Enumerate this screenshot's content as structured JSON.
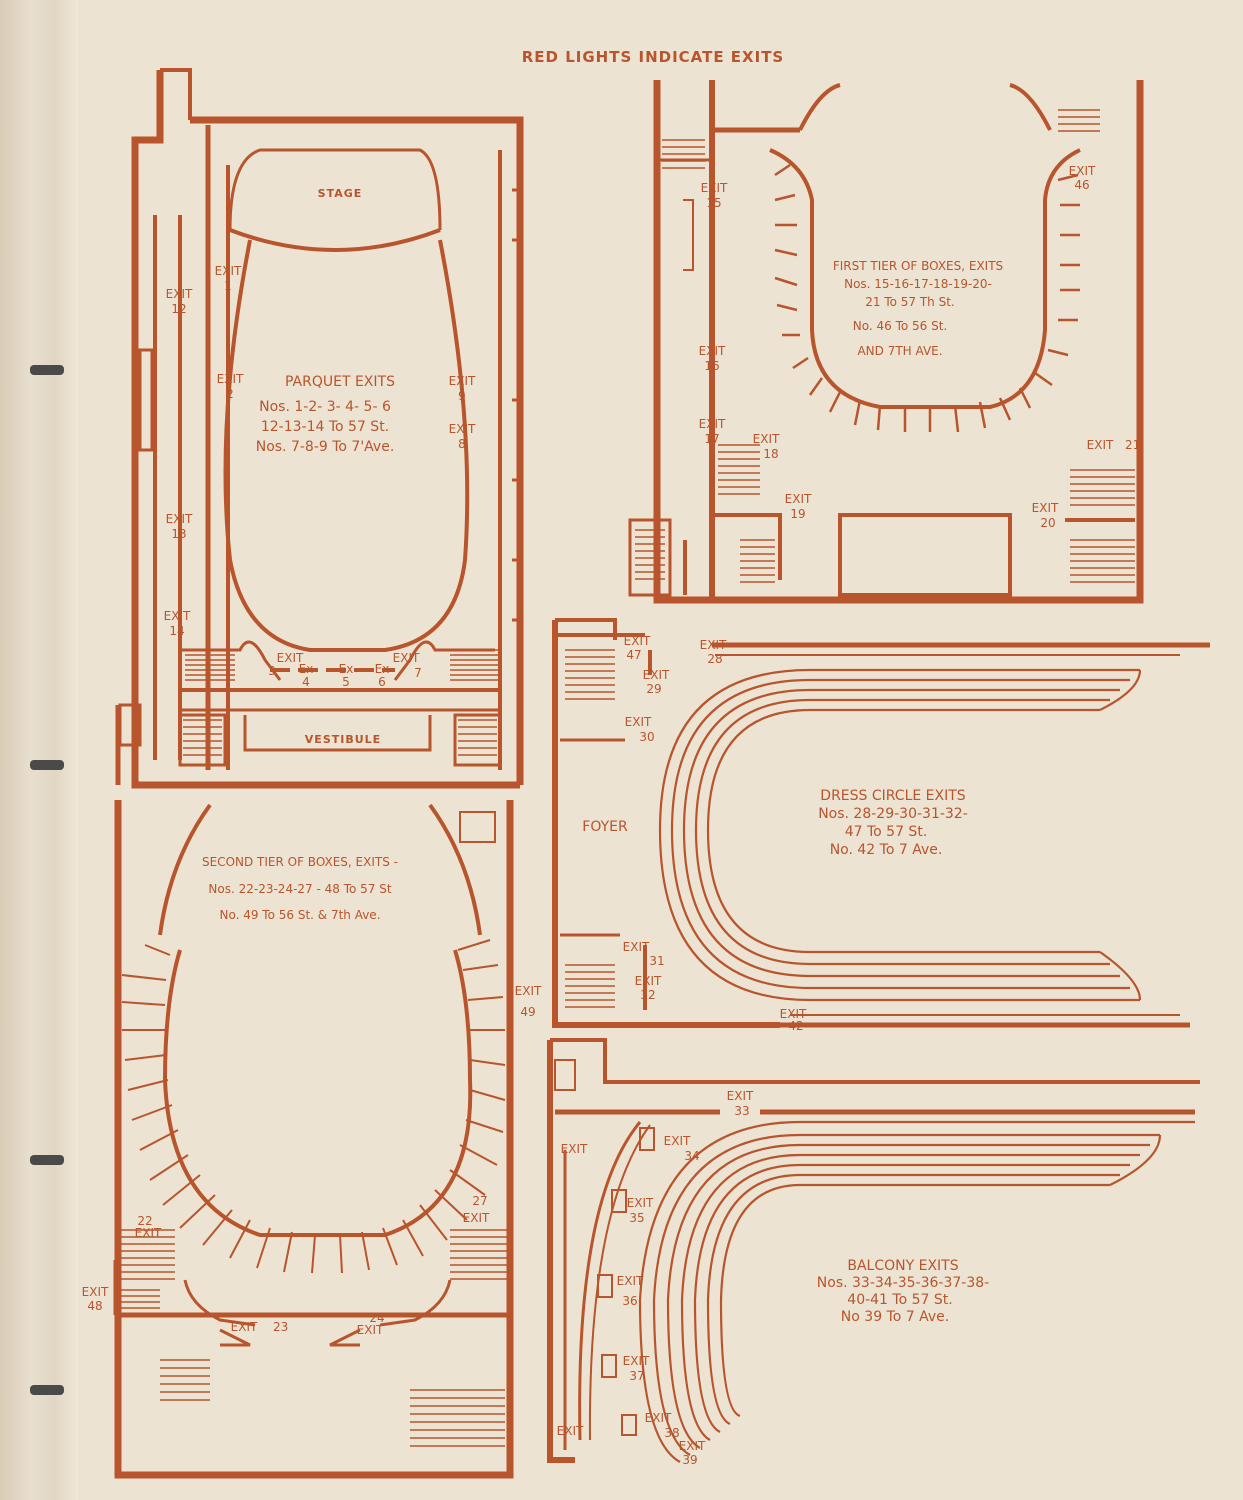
{
  "heading": "RED LIGHTS INDICATE EXITS",
  "colors": {
    "ink": "#b8552c",
    "paper": "#ece3d3"
  },
  "parquet": {
    "stage": "STAGE",
    "vestibule": "VESTIBULE",
    "caption": [
      "PARQUET EXITS",
      "Nos. 1-2- 3- 4- 5- 6",
      "12-13-14 To 57 St.",
      "Nos. 7-8-9 To 7'Ave."
    ],
    "exits": [
      {
        "word": "EXIT",
        "num": "1"
      },
      {
        "word": "EXIT",
        "num": "2"
      },
      {
        "word": "EXIT",
        "num": "3"
      },
      {
        "word": "Ex",
        "num": "4"
      },
      {
        "word": "Ex",
        "num": "5"
      },
      {
        "word": "Ex",
        "num": "6"
      },
      {
        "word": "EXIT",
        "num": "7"
      },
      {
        "word": "EXIT",
        "num": "8"
      },
      {
        "word": "EXIT",
        "num": "9"
      },
      {
        "word": "EXIT",
        "num": "12"
      },
      {
        "word": "EXIT",
        "num": "13"
      },
      {
        "word": "EXIT",
        "num": "14"
      }
    ]
  },
  "first_tier": {
    "caption": [
      "FIRST TIER OF BOXES, EXITS",
      "Nos. 15-16-17-18-19-20-",
      "21 To 57 Th St.",
      "No. 46 To 56 St.",
      "AND 7TH AVE."
    ],
    "exits": [
      {
        "word": "EXIT",
        "num": "15"
      },
      {
        "word": "EXIT",
        "num": "16"
      },
      {
        "word": "EXIT",
        "num": "17"
      },
      {
        "word": "EXIT",
        "num": "18"
      },
      {
        "word": "EXIT",
        "num": "19"
      },
      {
        "word": "EXIT",
        "num": "20"
      },
      {
        "word": "EXIT",
        "num": "21"
      },
      {
        "word": "EXIT",
        "num": "46"
      }
    ]
  },
  "dress_circle": {
    "foyer": "FOYER",
    "caption": [
      "DRESS CIRCLE EXITS",
      "Nos. 28-29-30-31-32-",
      "47 To 57 St.",
      "No. 42 To 7 Ave."
    ],
    "exits": [
      {
        "word": "EXIT",
        "num": "47"
      },
      {
        "word": "EXIT",
        "num": "28"
      },
      {
        "word": "EXIT",
        "num": "29"
      },
      {
        "word": "EXIT",
        "num": "30"
      },
      {
        "word": "EXIT",
        "num": "31"
      },
      {
        "word": "EXIT",
        "num": "32"
      },
      {
        "word": "EXIT",
        "num": "42"
      }
    ]
  },
  "second_tier": {
    "caption": [
      "SECOND TIER OF BOXES, EXITS -",
      "Nos. 22-23-24-27 - 48 To 57 St",
      "No. 49 To 56 St. & 7th Ave."
    ],
    "exits": [
      {
        "word": "EXIT",
        "num": "22"
      },
      {
        "word": "EXIT",
        "num": "23"
      },
      {
        "word": "EXIT",
        "num": "24"
      },
      {
        "word": "EXIT",
        "num": "27"
      },
      {
        "word": "EXIT",
        "num": "48"
      },
      {
        "word": "EXIT",
        "num": "49"
      }
    ]
  },
  "balcony": {
    "caption": [
      "BALCONY EXITS",
      "Nos. 33-34-35-36-37-38-",
      "40-41 To 57 St.",
      "No 39 To 7 Ave."
    ],
    "exits": [
      {
        "word": "EXIT",
        "num": "33"
      },
      {
        "word": "EXIT",
        "num": "34"
      },
      {
        "word": "EXIT",
        "num": "35"
      },
      {
        "word": "EXIT",
        "num": "36"
      },
      {
        "word": "EXIT",
        "num": "37"
      },
      {
        "word": "EXIT",
        "num": "38"
      },
      {
        "word": "EXIT",
        "num": "39"
      },
      {
        "word": "EXIT",
        "num": ""
      },
      {
        "word": "EXIT",
        "num": ""
      }
    ]
  }
}
